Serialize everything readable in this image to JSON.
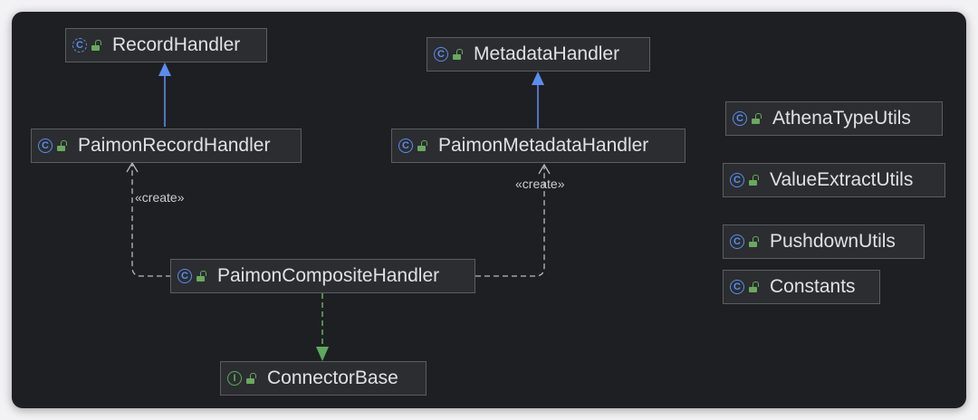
{
  "nodes": {
    "record_handler": {
      "label": "RecordHandler",
      "kind": "abstract-class"
    },
    "metadata_handler": {
      "label": "MetadataHandler",
      "kind": "class"
    },
    "paimon_record_handler": {
      "label": "PaimonRecordHandler",
      "kind": "class"
    },
    "paimon_metadata_handler": {
      "label": "PaimonMetadataHandler",
      "kind": "class"
    },
    "athena_type_utils": {
      "label": "AthenaTypeUtils",
      "kind": "class"
    },
    "value_extract_utils": {
      "label": "ValueExtractUtils",
      "kind": "class"
    },
    "pushdown_utils": {
      "label": "PushdownUtils",
      "kind": "class"
    },
    "constants": {
      "label": "Constants",
      "kind": "class"
    },
    "paimon_composite_handler": {
      "label": "PaimonCompositeHandler",
      "kind": "class"
    },
    "connector_base": {
      "label": "ConnectorBase",
      "kind": "interface"
    }
  },
  "glyphs": {
    "class": "C",
    "interface": "I"
  },
  "edges": [
    {
      "from": "paimon_record_handler",
      "to": "record_handler",
      "type": "extends"
    },
    {
      "from": "paimon_metadata_handler",
      "to": "metadata_handler",
      "type": "extends"
    },
    {
      "from": "paimon_composite_handler",
      "to": "paimon_record_handler",
      "type": "create",
      "label": "«create»"
    },
    {
      "from": "paimon_composite_handler",
      "to": "paimon_metadata_handler",
      "type": "create",
      "label": "«create»"
    },
    {
      "from": "paimon_composite_handler",
      "to": "connector_base",
      "type": "implements"
    }
  ],
  "edge_labels": {
    "create_left": "«create»",
    "create_right": "«create»"
  },
  "colors": {
    "background": "#1e1f22",
    "node_fill": "#2b2d30",
    "node_border": "#5a5d63",
    "text": "#dfe1e5",
    "extends_edge": "#5b8def",
    "implements_edge": "#5fa85f",
    "dependency_edge": "#b8bbc1",
    "class_icon": "#5b8def",
    "interface_icon": "#5fa85f",
    "visibility_icon": "#6aa85f"
  }
}
